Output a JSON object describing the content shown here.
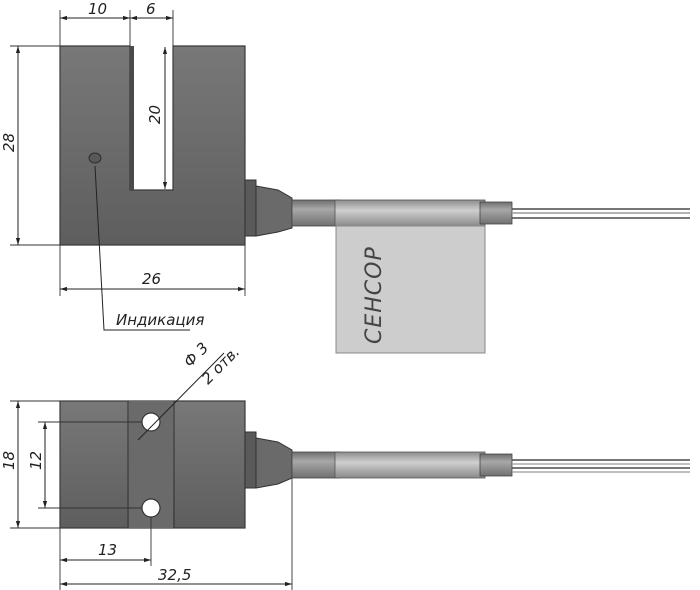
{
  "labels": {
    "top_width_left": "10",
    "top_slot_width": "6",
    "top_slot_depth": "20",
    "top_height": "28",
    "top_width": "26",
    "indicator_label": "Индикация",
    "brand_label": "СЕНСОР",
    "hole_diameter": "Ф 3",
    "hole_count": "2 отв.",
    "bottom_height": "18",
    "bottom_hole_spacing": "12",
    "bottom_hole_offset": "13",
    "bottom_total_length": "32,5"
  },
  "colors": {
    "body": "#6c6c6c",
    "body_dark": "#555555",
    "cable": "#8a8a8a",
    "tag": "#cfcfcf",
    "wire": "#5a5a5a",
    "line": "#222222"
  }
}
